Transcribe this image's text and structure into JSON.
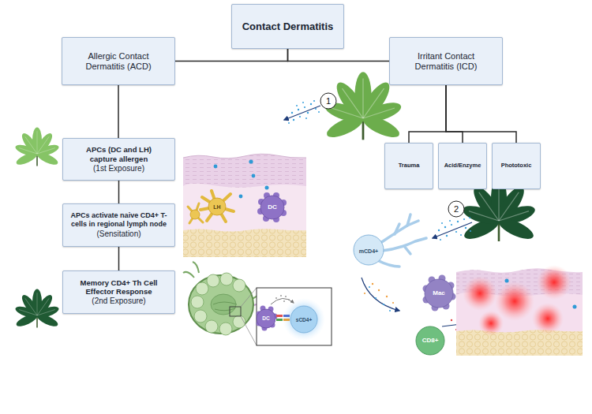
{
  "diagram": {
    "nodes": [
      {
        "text": [
          "Contact Dermatitis"
        ]
      },
      {
        "text": [
          "Allergic Contact Dermatitis (ACD)"
        ]
      },
      {
        "text": [
          "Irritant Contact Dermatitis (ICD)"
        ]
      },
      {
        "text": [
          "APCs (DC and LH) capture allergen",
          "(1st Exposure)"
        ]
      },
      {
        "text": [
          "APCs activate naive CD4+ T-cells in regional lymph node",
          "(Sensitation)"
        ]
      },
      {
        "text": [
          "Memory CD4+ Th Cell Effector Response",
          "(2nd Exposure)"
        ]
      },
      {
        "text": [
          "Trauma"
        ]
      },
      {
        "text": [
          "Acid/Enzyme"
        ]
      },
      {
        "text": [
          "Phototoxic"
        ]
      }
    ],
    "edges": [
      {
        "from": 0,
        "to": 1,
        "arrow": "none"
      },
      {
        "from": 0,
        "to": 2,
        "arrow": "none"
      },
      {
        "from": 1,
        "to": 3,
        "arrow": "none"
      },
      {
        "from": 3,
        "to": 4,
        "arrow": "none"
      },
      {
        "from": 4,
        "to": 5,
        "arrow": "none"
      },
      {
        "from": 2,
        "to": 6,
        "arrow": "none"
      },
      {
        "from": 2,
        "to": 7,
        "arrow": "none"
      },
      {
        "from": 2,
        "to": 8,
        "arrow": "none"
      }
    ],
    "labels": [
      "1",
      "LH",
      "DC",
      "2",
      "mCD4+",
      "Mac",
      "DC",
      "sCD4+",
      "CD8+"
    ]
  }
}
